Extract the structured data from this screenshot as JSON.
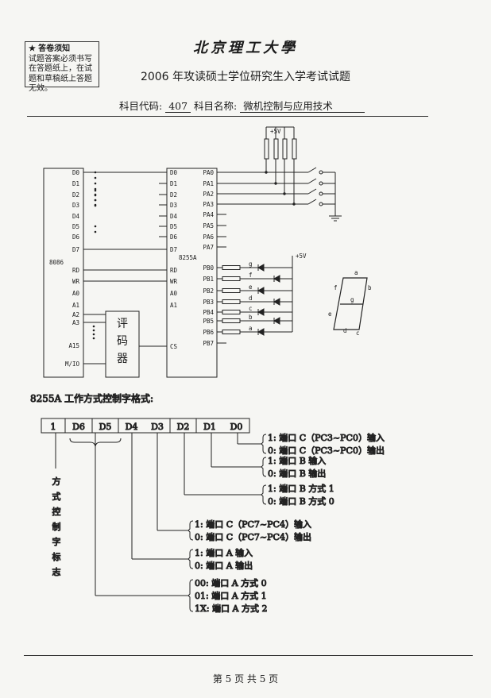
{
  "notice": {
    "star": "★",
    "title": "答卷须知",
    "body": "试题答案必须书写在答题纸上，在试题和草稿纸上答题无效。"
  },
  "header": {
    "university": "北京理工大學",
    "title": "2006 年攻读硕士学位研究生入学考试试题",
    "code_label": "科目代码:",
    "code": "407",
    "name_label": "科目名称:",
    "name": "微机控制与应用技术"
  },
  "circuit": {
    "cpu": "8086",
    "ppi": "8255A",
    "decoder": [
      "评",
      "码",
      "器"
    ],
    "vcc_top": "+5V",
    "vcc_led": "+5V",
    "cpu_pins": [
      "D0",
      "D1",
      "D2",
      "D3",
      "D4",
      "D5",
      "D6",
      "D7",
      "RD",
      "WR",
      "A0",
      "A1",
      "A2",
      "A3",
      "A15",
      "M/IO"
    ],
    "ppi_left_pins": [
      "D0",
      "D1",
      "D2",
      "D3",
      "D4",
      "D5",
      "D6",
      "D7",
      "RD",
      "WR",
      "A0",
      "A1",
      "CS"
    ],
    "pa_pins": [
      "PA0",
      "PA1",
      "PA2",
      "PA3",
      "PA4",
      "PA5",
      "PA6",
      "PA7"
    ],
    "pb_pins": [
      "PB0",
      "PB1",
      "PB2",
      "PB3",
      "PB4",
      "PB5",
      "PB6",
      "PB7"
    ],
    "segments_led": [
      "g",
      "f",
      "e",
      "d",
      "c",
      "b",
      "a"
    ],
    "display_segments": [
      "a",
      "b",
      "c",
      "d",
      "e",
      "f",
      "g"
    ]
  },
  "control_word": {
    "heading": "8255A 工作方式控制字格式:",
    "cells": [
      "1",
      "D6",
      "D5",
      "D4",
      "D3",
      "D2",
      "D1",
      "D0"
    ],
    "flag_label": [
      "方",
      "式",
      "控",
      "制",
      "字",
      "标",
      "志"
    ],
    "d0": [
      "1: 端口 C（PC3~PC0）输入",
      "0: 端口 C（PC3~PC0）输出"
    ],
    "d1": [
      "1: 端口 B 输入",
      "0: 端口 B 输出"
    ],
    "d2": [
      "1: 端口 B 方式 1",
      "0: 端口 B 方式 0"
    ],
    "d3": [
      "1: 端口 C（PC7~PC4）输入",
      "0: 端口 C（PC7~PC4）输出"
    ],
    "d4": [
      "1: 端口 A 输入",
      "0: 端口 A 输出"
    ],
    "d65": [
      "00: 端口 A 方式 0",
      "01: 端口 A 方式 1",
      "1X: 端口 A 方式 2"
    ]
  },
  "footer": "第 5 页 共 5 页"
}
